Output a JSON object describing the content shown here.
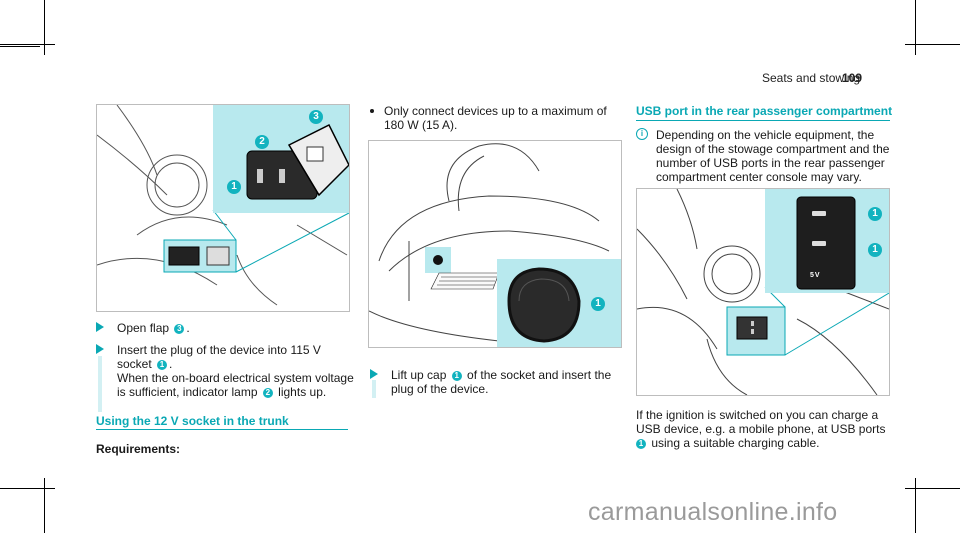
{
  "header": {
    "title": "Seats and stowing",
    "page": "109"
  },
  "left": {
    "steps": [
      {
        "pre": "Open flap ",
        "callout": "3",
        "post": "."
      },
      {
        "line1_pre": "Insert the plug of the device into 115 V",
        "line2_pre": "socket ",
        "line2_callout": "1",
        "line2_post": ".",
        "line3": "When the on-board electrical system voltage",
        "line4_pre": "is sufficient, indicator lamp ",
        "line4_callout": "2",
        "line4_post": " lights up."
      }
    ],
    "figure_callouts": [
      "1",
      "2",
      "3"
    ],
    "section_title": "Using the 12 V socket in the trunk",
    "requirements_label": "Requirements:"
  },
  "middle": {
    "bullet_line1": "Only connect devices up to a maximum of",
    "bullet_line2": "180 W (15 A).",
    "figure_callouts": [
      "1"
    ],
    "step_line1_pre": "Lift up cap ",
    "step_callout": "1",
    "step_line1_post": " of the socket and insert the",
    "step_line2": "plug of the device."
  },
  "right": {
    "section_title": "USB port in the rear passenger compartment",
    "note_icon": "i",
    "note_lines": [
      "Depending on the vehicle equipment, the",
      "design of the stowage compartment and the",
      "number of USB ports in the rear passenger",
      "compartment center console may vary."
    ],
    "figure_callouts": [
      "1",
      "1"
    ],
    "figure_label": "5V",
    "para_line1": "If the ignition is switched on you can charge a",
    "para_line2": "USB device, e.g. a mobile phone, at USB ports",
    "para_line3_callout": "1",
    "para_line3_post": " using a suitable charging cable."
  },
  "watermark": "carmanualsonline.info",
  "colors": {
    "accent": "#0aa8b4",
    "highlight": "#b8e9ee",
    "bar": "#d3f0f3"
  }
}
